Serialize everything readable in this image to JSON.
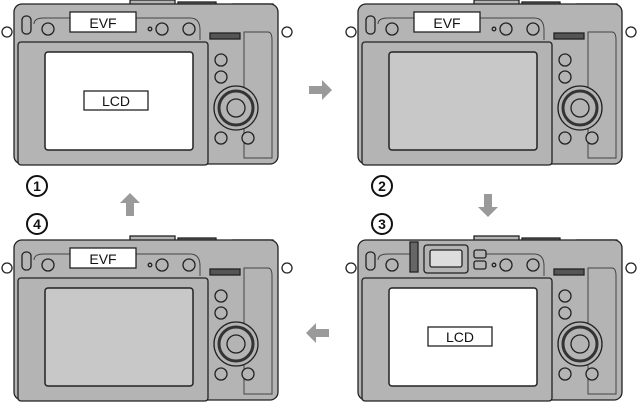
{
  "labels": {
    "evf": "EVF",
    "lcd": "LCD"
  },
  "steps": [
    "1",
    "2",
    "3",
    "4"
  ],
  "panels": [
    {
      "position": "top-left",
      "evf_label": true,
      "screen_on": true
    },
    {
      "position": "top-right",
      "evf_label": true,
      "screen_on": false
    },
    {
      "position": "bottom-right",
      "evf_label": false,
      "screen_on": true
    },
    {
      "position": "bottom-left",
      "evf_label": true,
      "screen_on": false
    }
  ],
  "arrows": [
    "right",
    "down",
    "left",
    "up"
  ],
  "colors": {
    "body": "#b4b4b4",
    "screen_off": "#c8c8c8",
    "screen_on": "#ffffff",
    "arrow": "#9a9a9a",
    "outline": "#222222"
  }
}
